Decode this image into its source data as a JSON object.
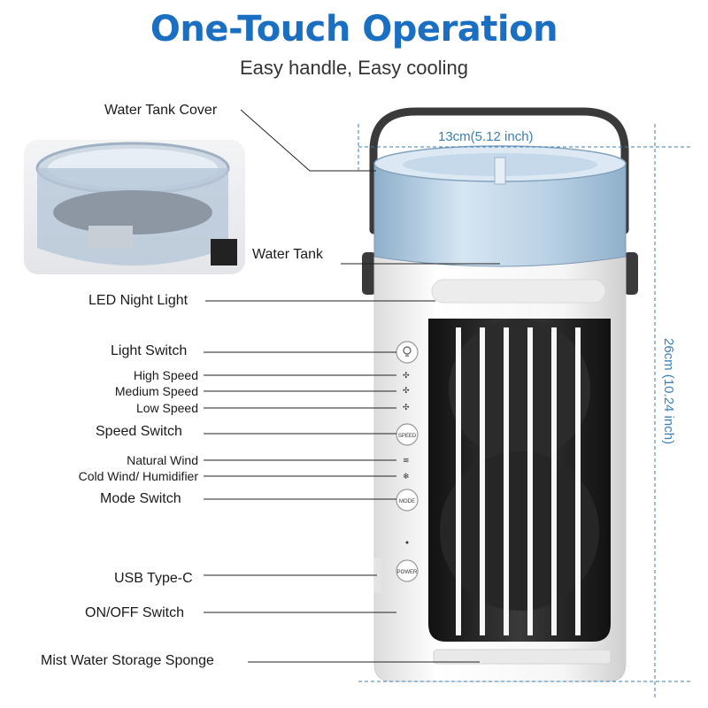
{
  "header": {
    "title": "One-Touch Operation",
    "subtitle": "Easy handle, Easy cooling"
  },
  "labels": {
    "water_tank_cover": "Water Tank Cover",
    "water_tank": "Water Tank",
    "led_night_light": "LED Night Light",
    "light_switch": "Light Switch",
    "high_speed": "High Speed",
    "medium_speed": "Medium Speed",
    "low_speed": "Low Speed",
    "speed_switch": "Speed Switch",
    "natural_wind": "Natural Wind",
    "cold_wind": "Cold Wind/ Humidifier",
    "mode_switch": "Mode Switch",
    "usb_type_c": "USB Type-C",
    "on_off_switch": "ON/OFF Switch",
    "mist_sponge": "Mist Water Storage Sponge"
  },
  "buttons": {
    "speed": "SPEED",
    "mode": "MODE",
    "power": "POWER"
  },
  "dimensions": {
    "width": "13cm(5.12 inch)",
    "height": "26cm (10.24 inch)"
  },
  "colors": {
    "title": "#1a6fc2",
    "dimension": "#3b7fb6",
    "body": "#f4f4f4",
    "tank": "#a9c6e0",
    "grille": "#1d1d1d",
    "handle": "#3a3a3a"
  }
}
